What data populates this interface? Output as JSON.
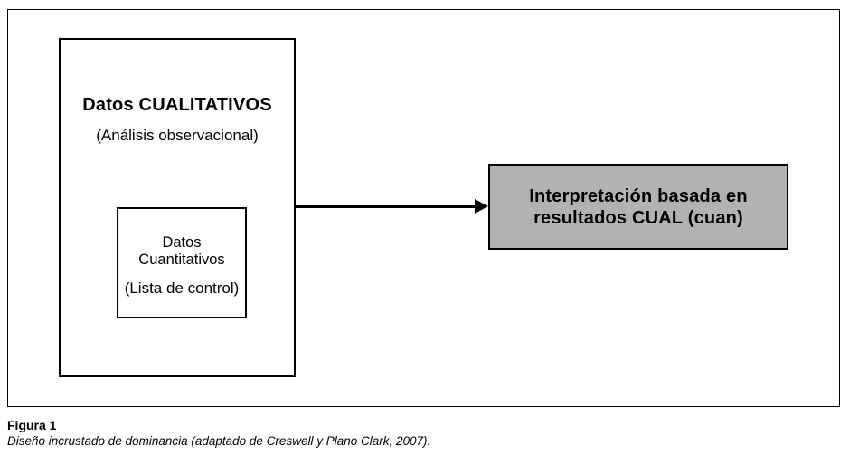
{
  "figure": {
    "outer_box": {
      "title": "Datos CUALITATIVOS",
      "subtitle": "(Análisis observacional)"
    },
    "inner_box": {
      "line1": "Datos",
      "line2": "Cuantitativos",
      "note": "(Lista de control)"
    },
    "result_box": {
      "line1": "Interpretación basada en",
      "line2": "resultados CUAL (cuan)",
      "fill_color": "#b2b2b2"
    },
    "caption": {
      "label": "Figura 1",
      "text": "Diseño incrustado de dominancia (adaptado de Creswell y Plano Clark, 2007)."
    },
    "colors": {
      "line": "#000000",
      "background": "#ffffff"
    }
  }
}
